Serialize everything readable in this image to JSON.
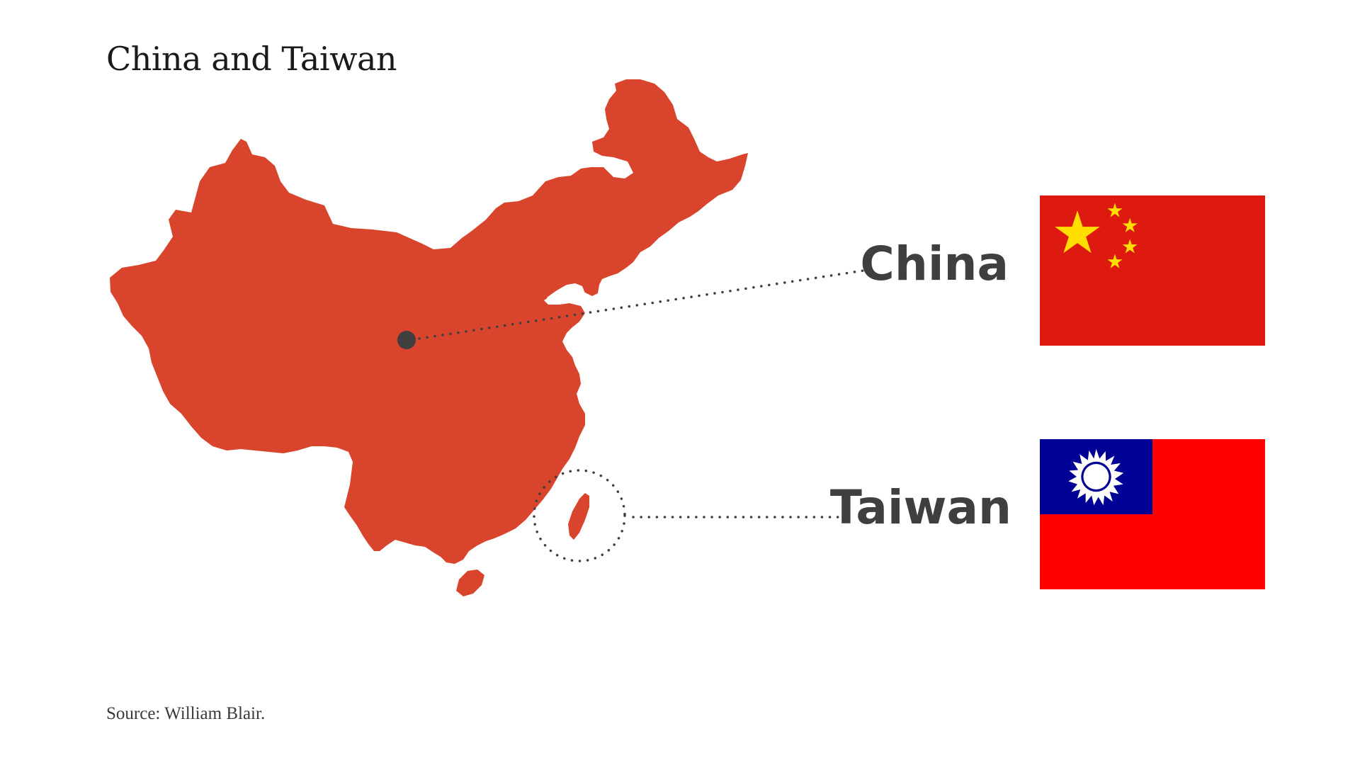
{
  "title": "China and Taiwan",
  "source": "Source: William Blair.",
  "regions": [
    {
      "name": "China",
      "label": "China",
      "fill": "#d9442c",
      "flag_icon": "china-flag-icon"
    },
    {
      "name": "Taiwan",
      "label": "Taiwan",
      "fill": "#d9442c",
      "flag_icon": "taiwan-flag-icon"
    }
  ],
  "colors": {
    "map_fill": "#d9442c",
    "leader_line": "#3f3f3f",
    "label_text": "#3f3f3f",
    "china_flag_red": "#de1a10",
    "china_flag_star": "#ffde00",
    "taiwan_flag_red": "#fe0000",
    "taiwan_flag_blue": "#000095",
    "taiwan_flag_sun": "#ffffff"
  }
}
